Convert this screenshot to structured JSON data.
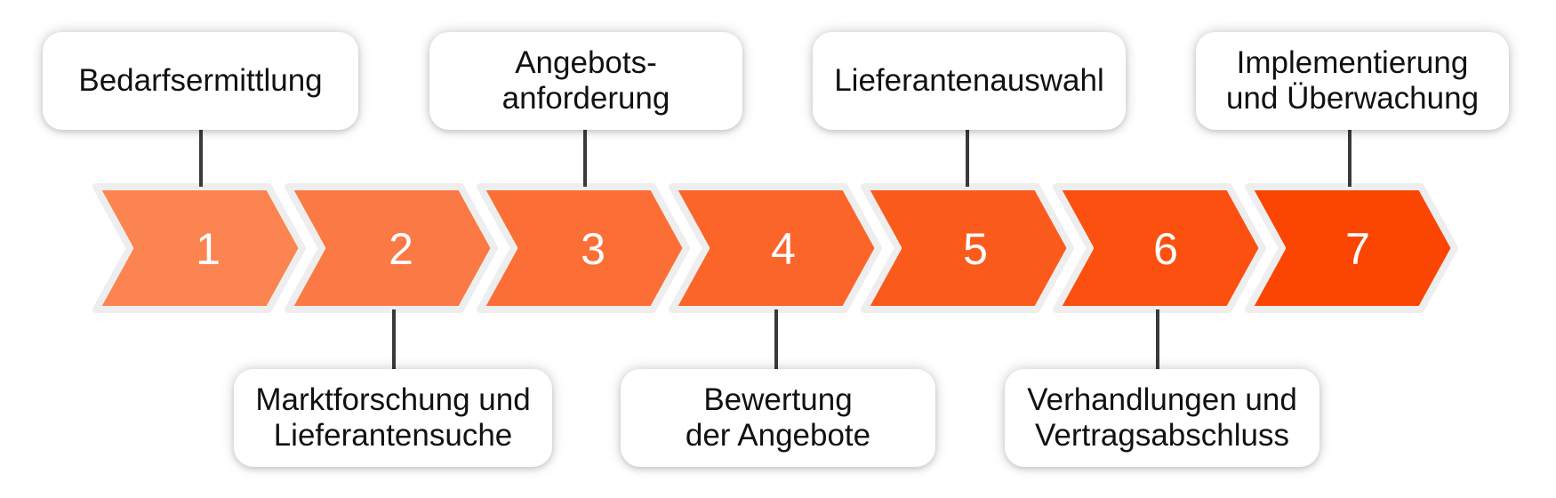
{
  "steps": [
    {
      "number": "1",
      "label": "Bedarfsermittlung",
      "position": "top",
      "color": "#FC8451"
    },
    {
      "number": "2",
      "label": "Marktforschung und\nLieferantensuche",
      "position": "bottom",
      "color": "#FB7944"
    },
    {
      "number": "3",
      "label": "Angebots-\nanforderung",
      "position": "top",
      "color": "#FB6F37"
    },
    {
      "number": "4",
      "label": "Bewertung\nder Angebote",
      "position": "bottom",
      "color": "#FB652A"
    },
    {
      "number": "5",
      "label": "Lieferantenauswahl",
      "position": "top",
      "color": "#FB5A1D"
    },
    {
      "number": "6",
      "label": "Verhandlungen und\nVertragsabschluss",
      "position": "bottom",
      "color": "#FB5010"
    },
    {
      "number": "7",
      "label": "Implementierung\nund Überwachung",
      "position": "top",
      "color": "#FB4603"
    }
  ],
  "colors": {
    "connector": "#3a3a3a",
    "chevron_outline": "#eeeeee",
    "box_background": "#ffffff"
  }
}
